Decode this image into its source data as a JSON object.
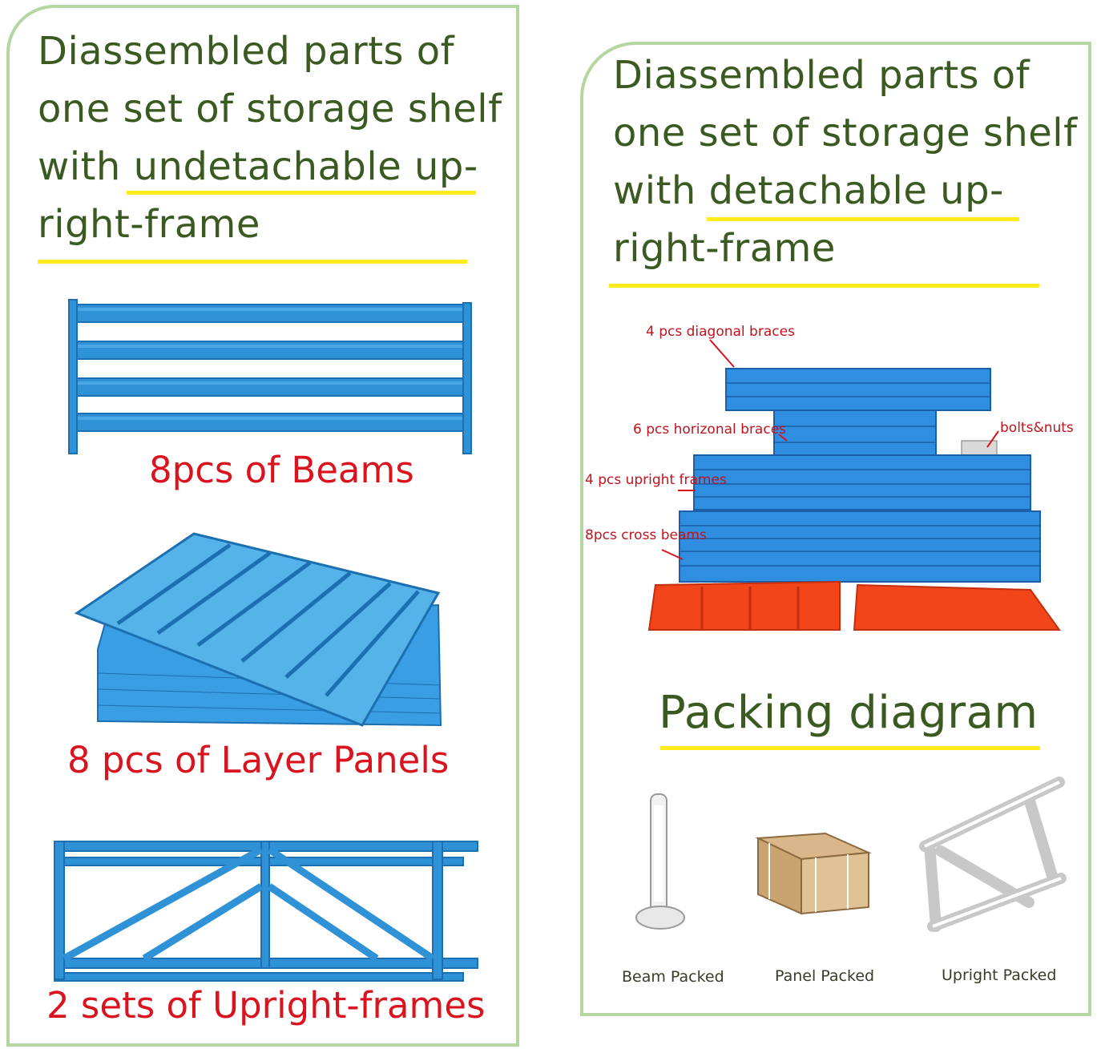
{
  "left": {
    "heading_lines": [
      "Diassembled parts of",
      "one set of storage shelf",
      "with undetachable up-",
      "right-frame"
    ],
    "captions": {
      "beams": "8pcs of Beams",
      "panels": "8 pcs of Layer Panels",
      "frames": "2 sets of Upright-frames"
    }
  },
  "right": {
    "heading_lines": [
      "Diassembled parts of",
      "one set of storage shelf",
      "with detachable up-",
      "right-frame"
    ],
    "labels": {
      "diagonal": "4 pcs diagonal braces",
      "horizontal": "6 pcs horizonal braces",
      "bolts": "bolts&nuts",
      "upright": "4 pcs upright frames",
      "cross": "8pcs cross beams"
    },
    "packing_title": "Packing diagram",
    "packing_items": [
      "Beam Packed",
      "Panel Packed",
      "Upright Packed"
    ]
  },
  "colors": {
    "frame_border": "#b5d6a1",
    "heading_text": "#3b5a22",
    "highlight": "#ffec1a",
    "caption_red": "#d9141e",
    "steel_blue": "#2f92d6",
    "panel_orange": "#f2451a"
  }
}
